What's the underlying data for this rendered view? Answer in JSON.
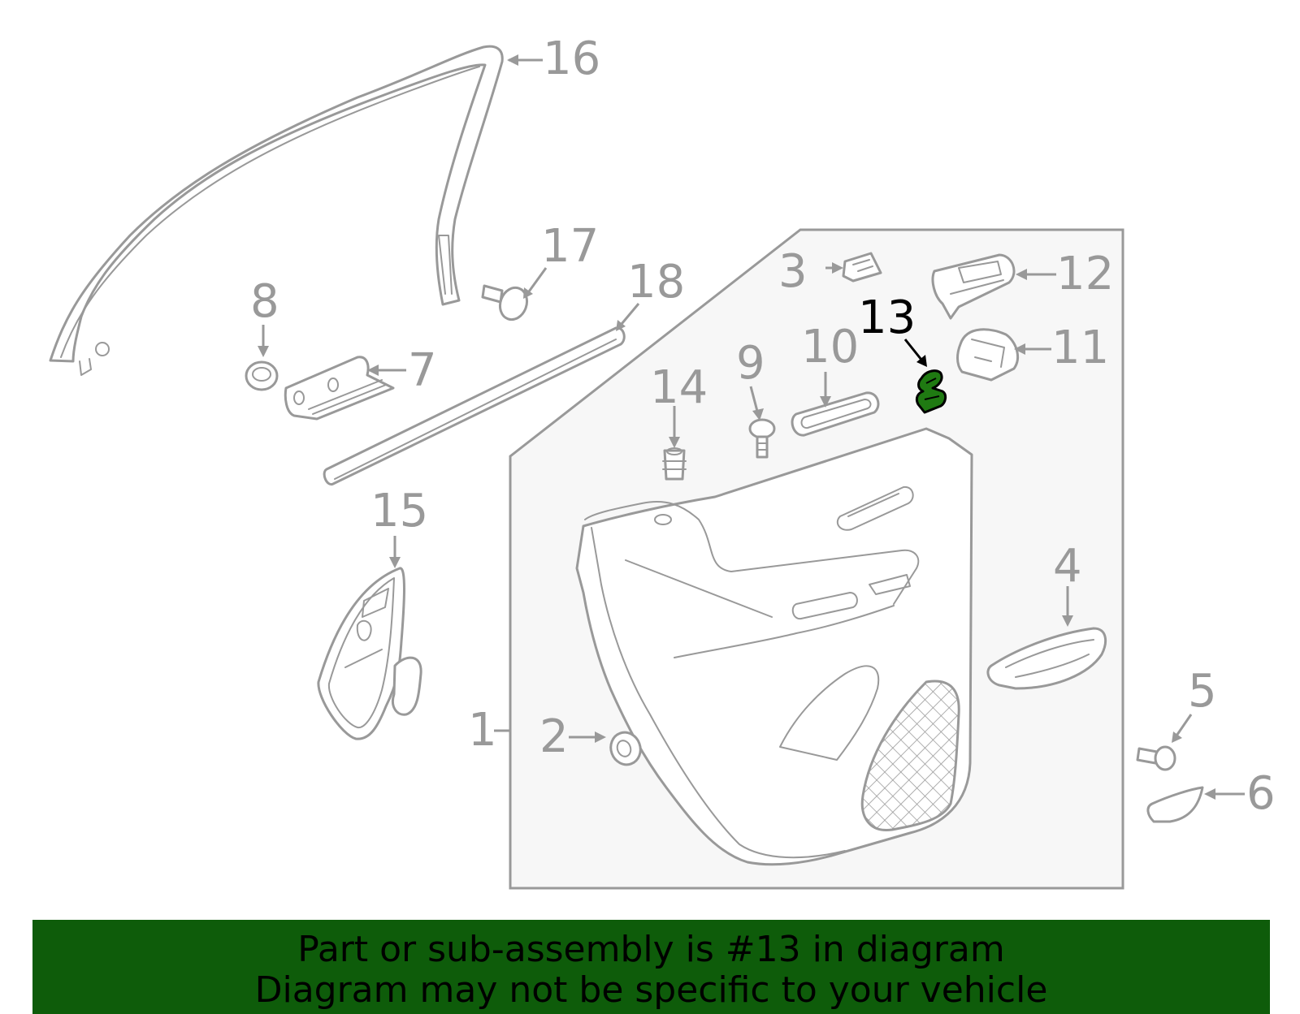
{
  "callouts": [
    {
      "id": "1",
      "label": "1"
    },
    {
      "id": "2",
      "label": "2"
    },
    {
      "id": "3",
      "label": "3"
    },
    {
      "id": "4",
      "label": "4"
    },
    {
      "id": "5",
      "label": "5"
    },
    {
      "id": "6",
      "label": "6"
    },
    {
      "id": "7",
      "label": "7"
    },
    {
      "id": "8",
      "label": "8"
    },
    {
      "id": "9",
      "label": "9"
    },
    {
      "id": "10",
      "label": "10"
    },
    {
      "id": "11",
      "label": "11"
    },
    {
      "id": "12",
      "label": "12"
    },
    {
      "id": "13",
      "label": "13"
    },
    {
      "id": "14",
      "label": "14"
    },
    {
      "id": "15",
      "label": "15"
    },
    {
      "id": "16",
      "label": "16"
    },
    {
      "id": "17",
      "label": "17"
    },
    {
      "id": "18",
      "label": "18"
    }
  ],
  "highlight": {
    "part": "13",
    "color": "#1f7a12",
    "banner_color": "#0e5c0a"
  },
  "banner": {
    "line1": "Part or sub-assembly is #13 in diagram",
    "line2": "Diagram may not be specific to your vehicle"
  }
}
